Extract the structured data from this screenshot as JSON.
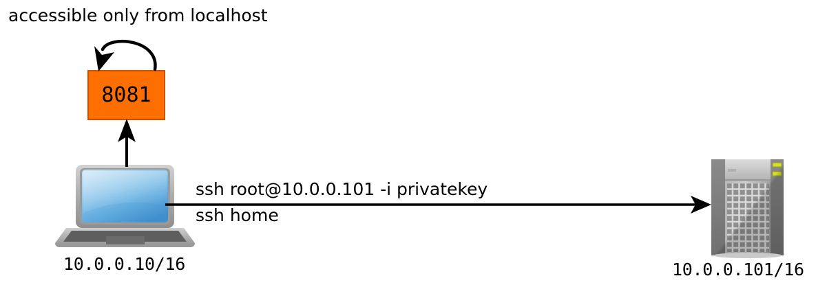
{
  "diagram": {
    "type": "network-topology",
    "background_color": "#ffffff",
    "annotation": {
      "text": "accessible only from localhost"
    },
    "port_node": {
      "label": "8081",
      "fill_color": "#ff6f00",
      "border_color": "#cc5200",
      "self_loop": true
    },
    "client": {
      "icon": "laptop-icon",
      "address_label": "10.0.0.10/16",
      "screen_color_top": "#a8d4f0",
      "screen_color_bottom": "#3d8fd1",
      "body_color": "#b5b5b5"
    },
    "server": {
      "icon": "server-tower-icon",
      "address_label": "10.0.0.101/16",
      "body_color": "#9a9a9a",
      "led_color": "#d6e02a"
    },
    "connections": [
      {
        "name": "ssh-connection",
        "from": "client",
        "to": "server",
        "label_line_1": "ssh root@10.0.0.101 -i privatekey",
        "label_line_2": "ssh home",
        "arrow": "right"
      },
      {
        "name": "local-port-connection",
        "from": "client",
        "to": "port_node",
        "arrow": "up"
      },
      {
        "name": "loopback-connection",
        "from": "port_node",
        "to": "port_node",
        "arrow": "self-loop"
      }
    ]
  }
}
